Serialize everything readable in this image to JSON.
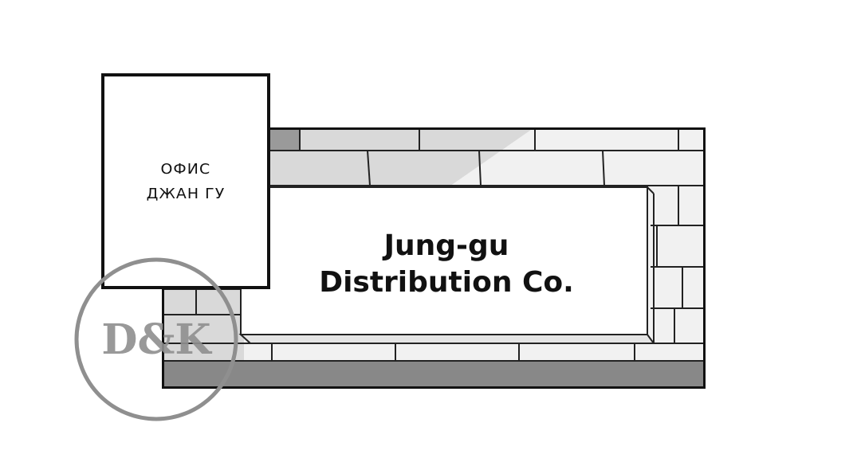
{
  "caption": {
    "line1": "ОФИС",
    "line2": "ДЖАН ГУ"
  },
  "sign": {
    "line1": "Jung-gu",
    "line2": "Distribution Co."
  },
  "watermark": {
    "text": "D&K"
  },
  "colors": {
    "ink": "#111111",
    "wall": "#d8d8d8",
    "floor": "#8a8a8a",
    "watermark": "#8f8f8f"
  }
}
